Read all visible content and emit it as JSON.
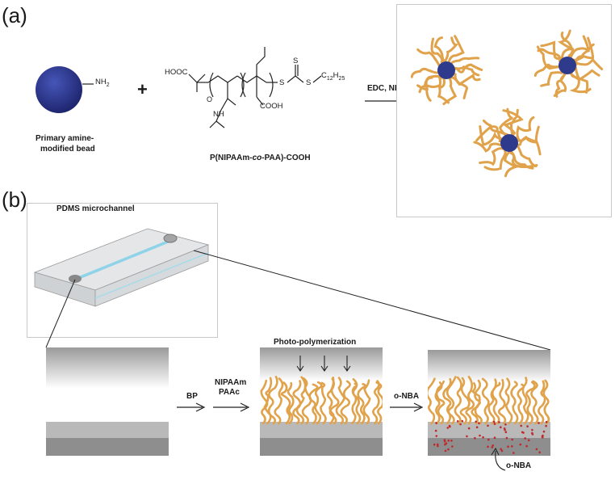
{
  "panel_a": {
    "label": "(a)",
    "bead_group": "NH2",
    "bead_caption_1": "Primary amine-",
    "bead_caption_2": "modified bead",
    "plus": "+",
    "polymer": {
      "hooc": "HOOC",
      "cooh": "COOH",
      "o": "O",
      "nh": "NH",
      "s1": "S",
      "s2": "S",
      "s3": "S",
      "chain": "C12H25",
      "caption": "P(NIPAAm-co-PAA)-COOH"
    },
    "reagents": "EDC, NHS"
  },
  "panel_b": {
    "label": "(b)",
    "device_title": "PDMS microchannel",
    "step1": "BP",
    "step2_line1": "NIPAAm",
    "step2_line2": "PAAc",
    "photo_label": "Photo-polymerization",
    "step3": "o-NBA",
    "onba_note": "o-NBA"
  },
  "colors": {
    "bead": "#2e3a8c",
    "polymer": "#e0a24a",
    "dot": "#c0282a",
    "channel": "#8fd3e8"
  }
}
